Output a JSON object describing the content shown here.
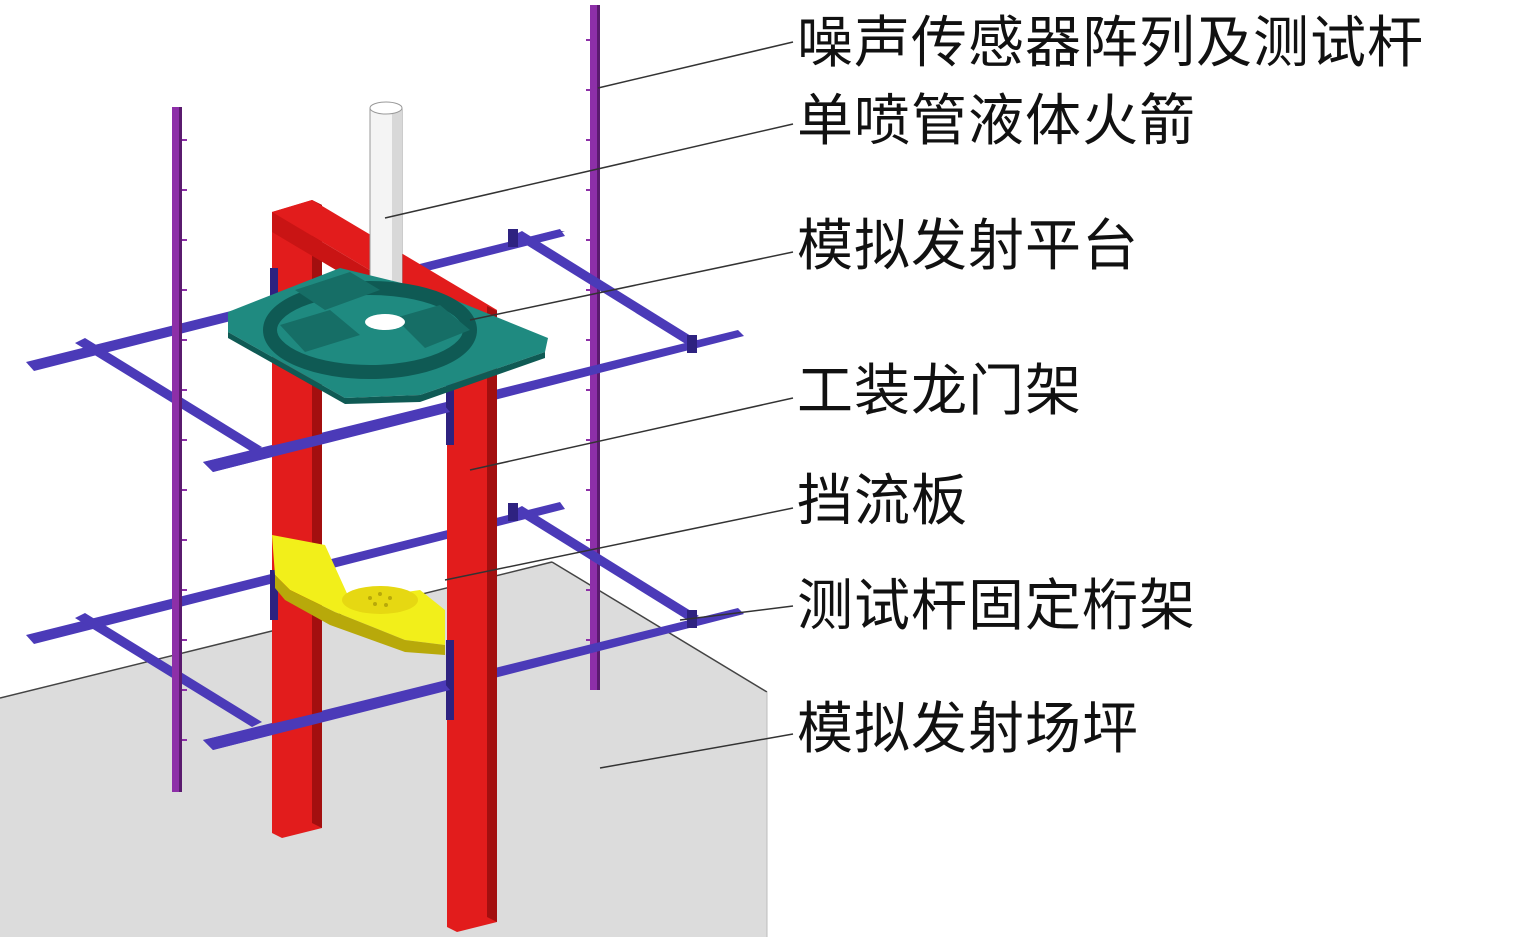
{
  "diagram": {
    "labels": [
      {
        "id": "sensor-array-and-test-pole",
        "text": "噪声传感器阵列及测试杆"
      },
      {
        "id": "single-nozzle-liquid-rocket",
        "text": "单喷管液体火箭"
      },
      {
        "id": "simulated-launch-platform",
        "text": "模拟发射平台"
      },
      {
        "id": "tooling-gantry",
        "text": "工装龙门架"
      },
      {
        "id": "flow-deflector",
        "text": "挡流板"
      },
      {
        "id": "test-pole-fixing-truss",
        "text": "测试杆固定桁架"
      },
      {
        "id": "simulated-launch-pad",
        "text": "模拟发射场坪"
      }
    ],
    "colors": {
      "ground": "#dcdcdc",
      "truss": "#4b3ab8",
      "truss_dark": "#2e2280",
      "sensor_pole": "#8d2fa8",
      "gantry": "#e21c1c",
      "gantry_dark": "#a30f0f",
      "platform": "#1f8a80",
      "platform_dark": "#0f5a54",
      "deflector": "#f2ef1a",
      "deflector_dark": "#b8a90a",
      "rocket": "#f4f4f4",
      "leader": "#333333",
      "text": "#111111"
    }
  }
}
